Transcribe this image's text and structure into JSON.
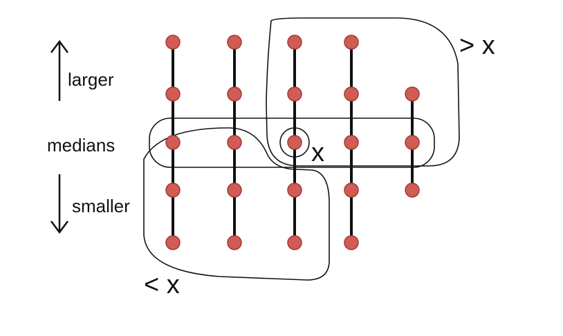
{
  "labels": {
    "larger": "larger",
    "medians": "medians",
    "smaller": "smaller",
    "greater": "> x",
    "less": "< x",
    "x": "x"
  },
  "columns": [
    {
      "nodes": 5
    },
    {
      "nodes": 5
    },
    {
      "nodes": 5
    },
    {
      "nodes": 5
    },
    {
      "nodes": 3
    }
  ],
  "colors": {
    "node_fill": "#d05c55",
    "node_stroke": "#a03a35",
    "line": "#111111"
  }
}
